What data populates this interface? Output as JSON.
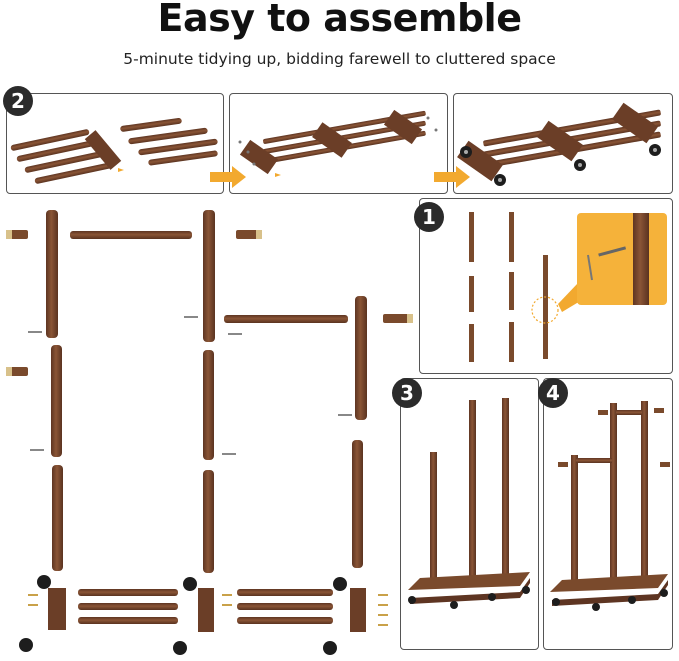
{
  "header": {
    "title": "Easy to assemble",
    "subtitle": "5-minute tidying up, bidding farewell to cluttered space"
  },
  "steps": [
    {
      "number": "1"
    },
    {
      "number": "2"
    },
    {
      "number": "3"
    },
    {
      "number": "4"
    }
  ],
  "colors": {
    "wood": "#7b4a2e",
    "wood_dark": "#5a3320",
    "accent_arrow": "#f2a92f",
    "detail_bg": "#f5b23a",
    "badge": "#2b2b2b"
  }
}
